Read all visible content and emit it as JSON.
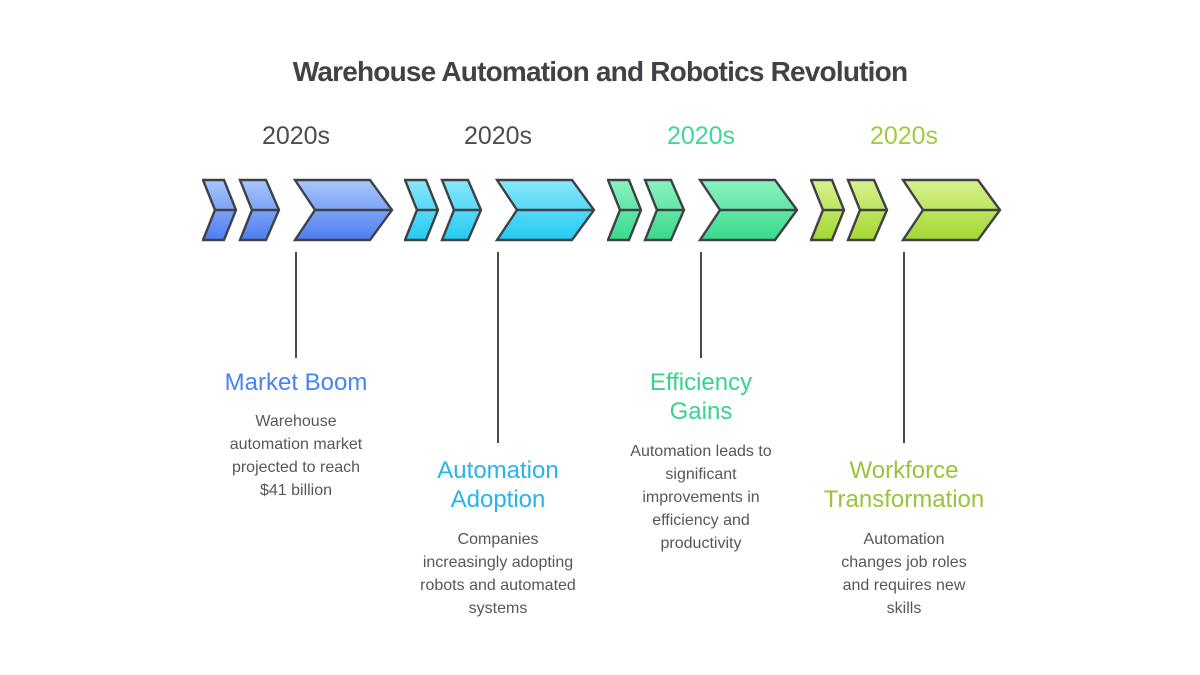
{
  "title": "Warehouse Automation and Robotics Revolution",
  "colors": {
    "arrow_stroke": "#3e4145",
    "connector": "#4a4a4a",
    "title_text": "#3f4347",
    "description_text": "#54575b"
  },
  "milestones": [
    {
      "year": "2020s",
      "year_color": "#4b4d50",
      "heading": "Market Boom",
      "accent": "#4584f4",
      "description": "Warehouse automation market projected to reach $41 billion",
      "arrow_top": "#a9c8fc",
      "arrow_bottom": "#4e7df0"
    },
    {
      "year": "2020s",
      "year_color": "#4b4d50",
      "heading": "Automation Adoption",
      "accent": "#29b3e8",
      "description": "Companies increasingly adopting robots and automated systems",
      "arrow_top": "#8be7fb",
      "arrow_bottom": "#22cbf1"
    },
    {
      "year": "2020s",
      "year_color": "#41d795",
      "heading": "Efficiency Gains",
      "accent": "#36d48f",
      "description": "Automation leads to significant improvements in efficiency and productivity",
      "arrow_top": "#8df2c0",
      "arrow_bottom": "#38da8c"
    },
    {
      "year": "2020s",
      "year_color": "#a2cb41",
      "heading": "Workforce Transformation",
      "accent": "#9ac33c",
      "description": "Automation changes job roles and requires new skills",
      "arrow_top": "#d9f18e",
      "arrow_bottom": "#a3d832"
    }
  ]
}
